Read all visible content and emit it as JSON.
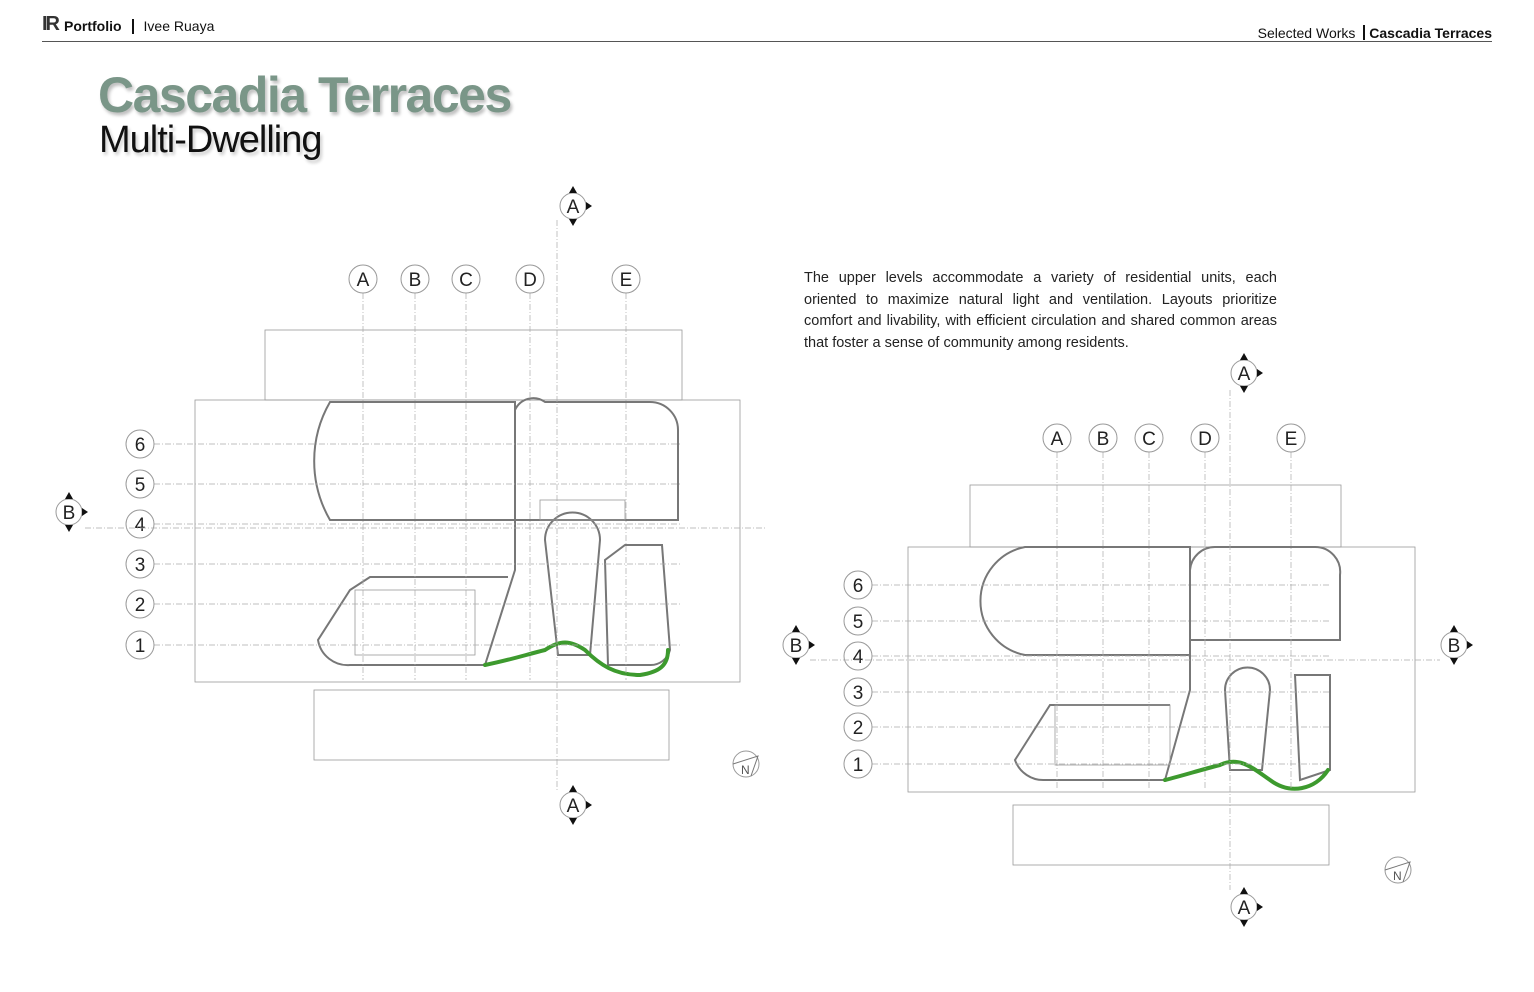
{
  "header": {
    "logo": "IR",
    "portfolio_label": "Portfolio",
    "author": "Ivee Ruaya",
    "section": "Selected Works",
    "current_project": "Cascadia Terraces"
  },
  "project": {
    "title": "Cascadia Terraces",
    "subtitle": "Multi-Dwelling",
    "description": "The upper levels accommodate a variety of residential units, each oriented to maximize natural light and ventilation. Layouts prioritize comfort and livability, with efficient circulation and shared common areas that foster a sense of community among residents."
  },
  "plans": {
    "columns": [
      "A",
      "B",
      "C",
      "D",
      "E"
    ],
    "rows": [
      "6",
      "5",
      "4",
      "3",
      "2",
      "1"
    ],
    "section_a": "A",
    "section_b": "B",
    "north": "N"
  },
  "colors": {
    "title": "#7a9688",
    "landscape": "#3d9a2e"
  }
}
